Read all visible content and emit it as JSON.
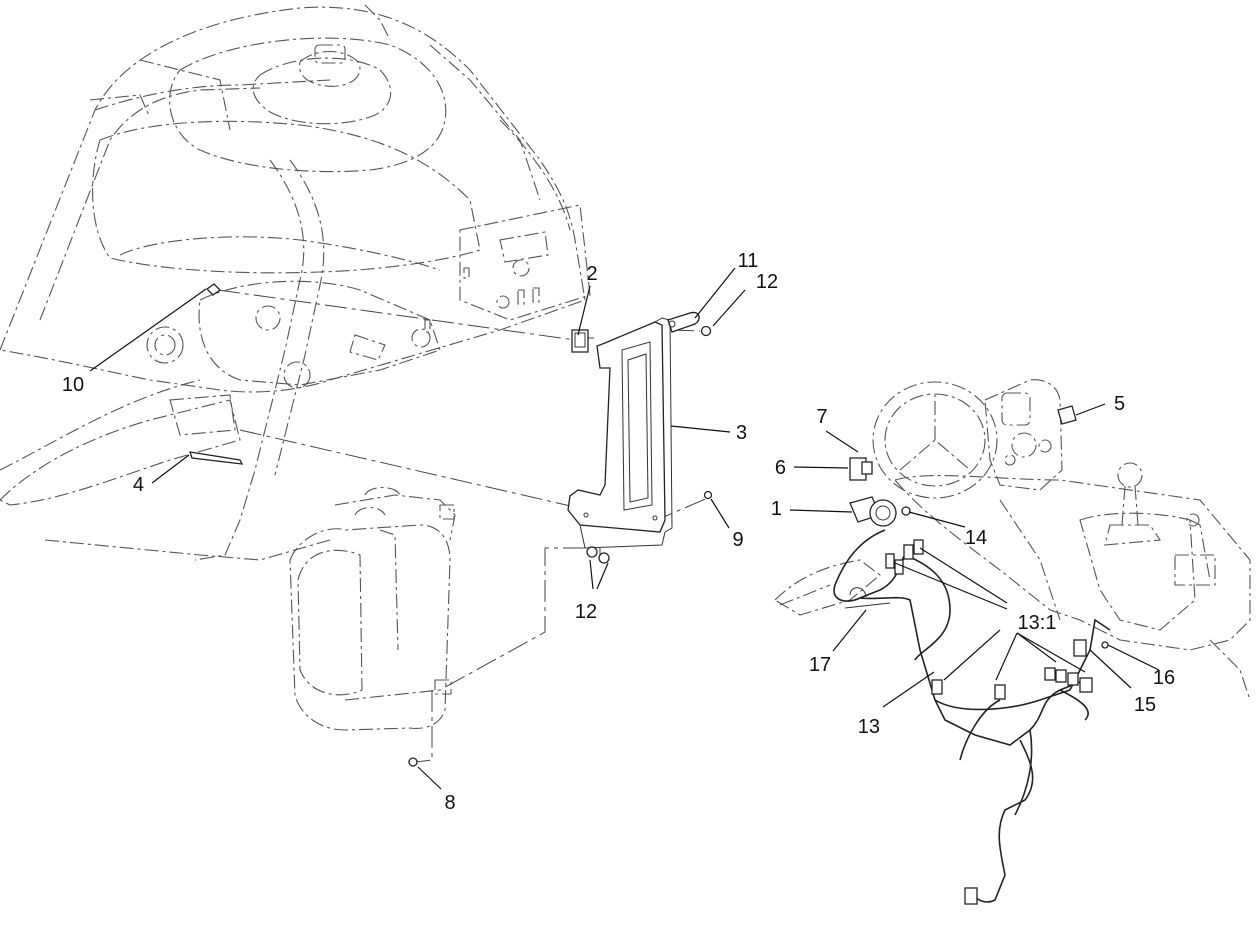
{
  "callouts": [
    {
      "id": "c1",
      "label": "1"
    },
    {
      "id": "c2",
      "label": "2"
    },
    {
      "id": "c3",
      "label": "3"
    },
    {
      "id": "c4",
      "label": "4"
    },
    {
      "id": "c5",
      "label": "5"
    },
    {
      "id": "c6",
      "label": "6"
    },
    {
      "id": "c7",
      "label": "7"
    },
    {
      "id": "c8",
      "label": "8"
    },
    {
      "id": "c9",
      "label": "9"
    },
    {
      "id": "c10",
      "label": "10"
    },
    {
      "id": "c11",
      "label": "11"
    },
    {
      "id": "c12a",
      "label": "12"
    },
    {
      "id": "c12b",
      "label": "12"
    },
    {
      "id": "c13",
      "label": "13"
    },
    {
      "id": "c13-1",
      "label": "13:1"
    },
    {
      "id": "c14",
      "label": "14"
    },
    {
      "id": "c15",
      "label": "15"
    },
    {
      "id": "c16",
      "label": "16"
    },
    {
      "id": "c17",
      "label": "17"
    }
  ]
}
